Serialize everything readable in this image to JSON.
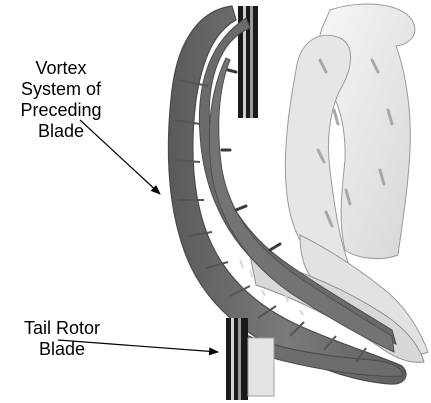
{
  "annotations": {
    "vortex_label": [
      "Vortex",
      "System of",
      "Preceding",
      "Blade"
    ],
    "rotor_label": [
      "Tail Rotor",
      "Blade"
    ]
  },
  "colors": {
    "preceding_vortex": "#6e6e6e",
    "vortex_ridge": "#555555",
    "light_vortex": "#eeeeee",
    "rotor_blade": "#1a1a1a",
    "arrow": "#000000"
  }
}
